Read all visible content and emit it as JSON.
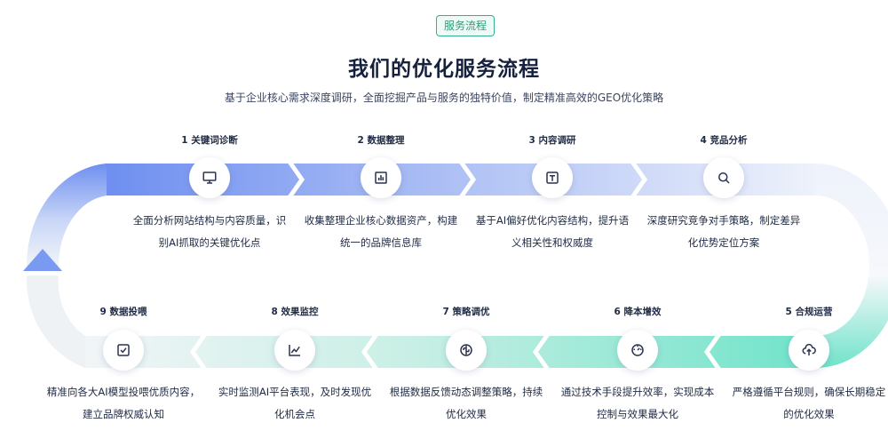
{
  "badge": "服务流程",
  "title": "我们的优化服务流程",
  "subtitle": "基于企业核心需求深度调研，全面挖掘产品与服务的独特价值，制定精准高效的GEO优化策略",
  "steps": [
    {
      "label": "1 关键词诊断",
      "icon": "monitor-icon",
      "desc": "全面分析网站结构与内容质量，识别AI抓取的关键优化点"
    },
    {
      "label": "2 数据整理",
      "icon": "bar-chart-icon",
      "desc": "收集整理企业核心数据资产，构建统一的品牌信息库"
    },
    {
      "label": "3 内容调研",
      "icon": "text-icon",
      "desc": "基于AI偏好优化内容结构，提升语义相关性和权威度"
    },
    {
      "label": "4 竞品分析",
      "icon": "search-icon",
      "desc": "深度研究竞争对手策略，制定差异化优势定位方案"
    },
    {
      "label": "5 合规运营",
      "icon": "cloud-upload-icon",
      "desc": "严格遵循平台规则，确保长期稳定的优化效果"
    },
    {
      "label": "6 降本增效",
      "icon": "gauge-icon",
      "desc": "通过技术手段提升效率，实现成本控制与效果最大化"
    },
    {
      "label": "7 策略调优",
      "icon": "brain-icon",
      "desc": "根据数据反馈动态调整策略，持续优化效果"
    },
    {
      "label": "8 效果监控",
      "icon": "line-chart-icon",
      "desc": "实时监测AI平台表现，及时发现优化机会点"
    },
    {
      "label": "9 数据投喂",
      "icon": "checkbox-icon",
      "desc": "精准向各大AI模型投喂优质内容，建立品牌权威认知"
    }
  ],
  "colors": {
    "accent_blue": "#6e8ff0",
    "accent_teal": "#6fe3c9",
    "badge_green": "#35b08f"
  }
}
